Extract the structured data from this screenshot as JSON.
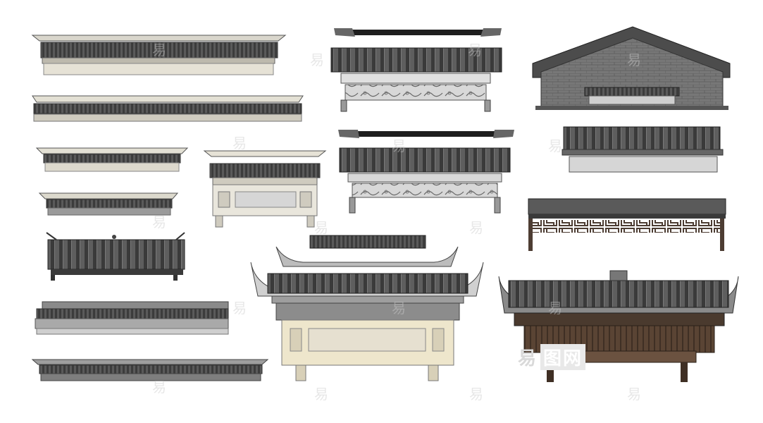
{
  "watermark": {
    "glyph": "易",
    "logo_text": "易",
    "logo_badge": "图网"
  },
  "colors": {
    "tile_dark": "#4a4a4a",
    "tile_mid": "#6e6e6e",
    "tile_light": "#9a9a9a",
    "roof_cap": "#2f2f2f",
    "stone_light": "#e6e2d6",
    "stone_mid": "#cfcbbf",
    "brick": "#7a7a7a",
    "wood_dark": "#4a3a2e",
    "wood_mid": "#6b5240",
    "lattice": "#5a4a40",
    "carving": "#bdbdbd"
  }
}
